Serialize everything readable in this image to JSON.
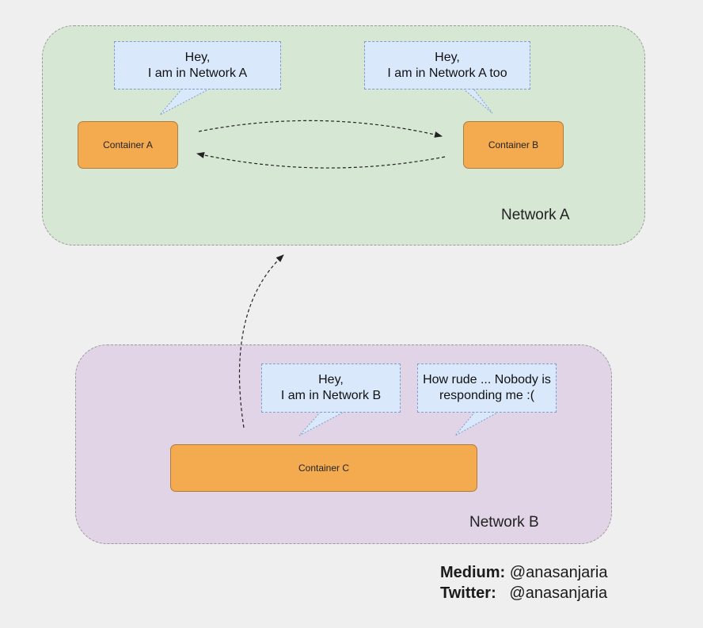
{
  "networks": {
    "a": {
      "label": "Network A"
    },
    "b": {
      "label": "Network B"
    }
  },
  "containers": {
    "a": {
      "label": "Container A"
    },
    "b": {
      "label": "Container B"
    },
    "c": {
      "label": "Container C"
    }
  },
  "bubbles": {
    "a": {
      "text": "Hey,\nI am in Network A"
    },
    "b": {
      "text": "Hey,\nI am in Network A too"
    },
    "c": {
      "text": "Hey,\nI am in Network B"
    },
    "d": {
      "text": "How rude ... Nobody is\nresponding me :("
    }
  },
  "footer": {
    "medium_label": "Medium:",
    "medium_handle": "@anasanjaria",
    "twitter_label": "Twitter:",
    "twitter_handle": "@anasanjaria"
  },
  "colors": {
    "network_a_fill": "#d6e8d3",
    "network_b_fill": "#e1d4e6",
    "container_fill": "#f4ab50",
    "bubble_fill": "#dae8fb"
  }
}
